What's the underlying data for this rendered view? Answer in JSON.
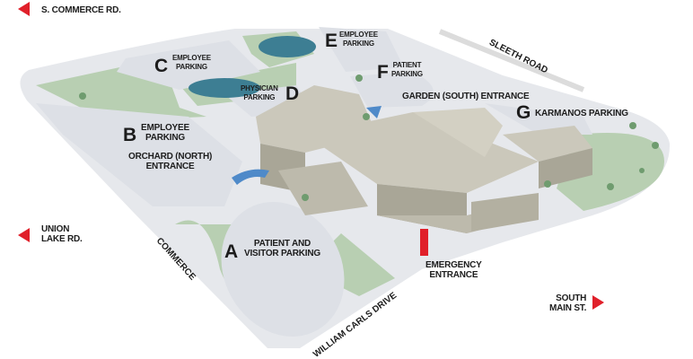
{
  "colors": {
    "lot": "#dde0e6",
    "road": "#eceef1",
    "green": "#b8cfb2",
    "tree": "#6f9c6f",
    "building": "#cbc8bb",
    "building_side": "#a9a697",
    "water": "#3d7e93",
    "accent": "#e0202a",
    "canopy": "#4f8ac9"
  },
  "directions": {
    "s_commerce": "S. COMMERCE RD.",
    "union_lake_1": "UNION",
    "union_lake_2": "LAKE RD.",
    "south_main_1": "SOUTH",
    "south_main_2": "MAIN ST."
  },
  "roads": {
    "sleeth": "SLEETH ROAD",
    "commerce": "COMMERCE",
    "william_carls": "WILLIAM CARLS DRIVE"
  },
  "lots": [
    {
      "letter": "A",
      "line1": "PATIENT AND",
      "line2": "VISITOR PARKING"
    },
    {
      "letter": "B",
      "line1": "EMPLOYEE",
      "line2": "PARKING"
    },
    {
      "letter": "C",
      "line1": "EMPLOYEE",
      "line2": "PARKING"
    },
    {
      "letter": "D",
      "line1": "PHYSICIAN",
      "line2": "PARKING"
    },
    {
      "letter": "E",
      "line1": "EMPLOYEE",
      "line2": "PARKING"
    },
    {
      "letter": "F",
      "line1": "PATIENT",
      "line2": "PARKING"
    },
    {
      "letter": "G",
      "line1": "KARMANOS PARKING"
    }
  ],
  "entrances": {
    "orchard_1": "ORCHARD (NORTH)",
    "orchard_2": "ENTRANCE",
    "garden": "GARDEN (SOUTH) ENTRANCE",
    "emergency_1": "EMERGENCY",
    "emergency_2": "ENTRANCE"
  }
}
